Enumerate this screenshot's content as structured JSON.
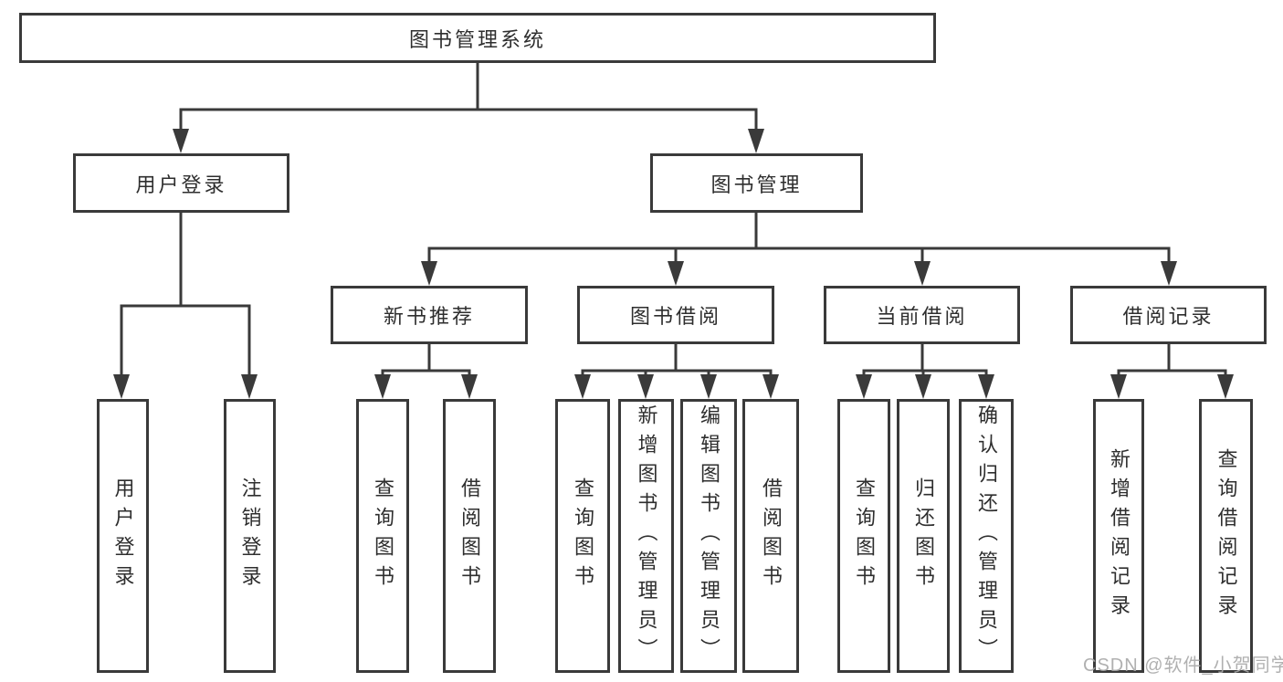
{
  "nodes": {
    "root": {
      "label": "图书管理系统"
    },
    "level2": [
      {
        "id": "user-login",
        "label": "用户登录",
        "parent": "图书管理系统"
      },
      {
        "id": "book-management",
        "label": "图书管理",
        "parent": "图书管理系统"
      }
    ],
    "level3": [
      {
        "id": "new-book-recommend",
        "label": "新书推荐",
        "parent": "图书管理"
      },
      {
        "id": "book-borrowing",
        "label": "图书借阅",
        "parent": "图书管理"
      },
      {
        "id": "current-borrowing",
        "label": "当前借阅",
        "parent": "图书管理"
      },
      {
        "id": "borrowing-records",
        "label": "借阅记录",
        "parent": "图书管理"
      }
    ],
    "leaves": [
      {
        "id": "user-login-leaf",
        "label": "用户登录",
        "parent": "用户登录"
      },
      {
        "id": "logout",
        "label": "注销登录",
        "parent": "用户登录"
      },
      {
        "id": "query-books-recommend",
        "label": "查询图书",
        "parent": "新书推荐"
      },
      {
        "id": "borrow-books-recommend",
        "label": "借阅图书",
        "parent": "新书推荐"
      },
      {
        "id": "query-books-borrowing",
        "label": "查询图书",
        "parent": "图书借阅"
      },
      {
        "id": "add-books-admin",
        "label": "新增图书（管理员）",
        "parent": "图书借阅"
      },
      {
        "id": "edit-books-admin",
        "label": "编辑图书（管理员）",
        "parent": "图书借阅"
      },
      {
        "id": "borrow-books-borrowing",
        "label": "借阅图书",
        "parent": "图书借阅"
      },
      {
        "id": "query-books-current",
        "label": "查询图书",
        "parent": "当前借阅"
      },
      {
        "id": "return-books",
        "label": "归还图书",
        "parent": "当前借阅"
      },
      {
        "id": "confirm-return-admin",
        "label": "确认归还（管理员）",
        "parent": "当前借阅"
      },
      {
        "id": "add-borrow-record",
        "label": "新增借阅记录",
        "parent": "借阅记录"
      },
      {
        "id": "query-borrow-record",
        "label": "查询借阅记录",
        "parent": "借阅记录"
      }
    ]
  },
  "watermark": {
    "text": "CSDN @软件_小贺同学"
  },
  "colors": {
    "line": "#3a3a3a",
    "text": "#2e2e2e",
    "watermark": "#a8a8a8",
    "background": "#ffffff"
  }
}
